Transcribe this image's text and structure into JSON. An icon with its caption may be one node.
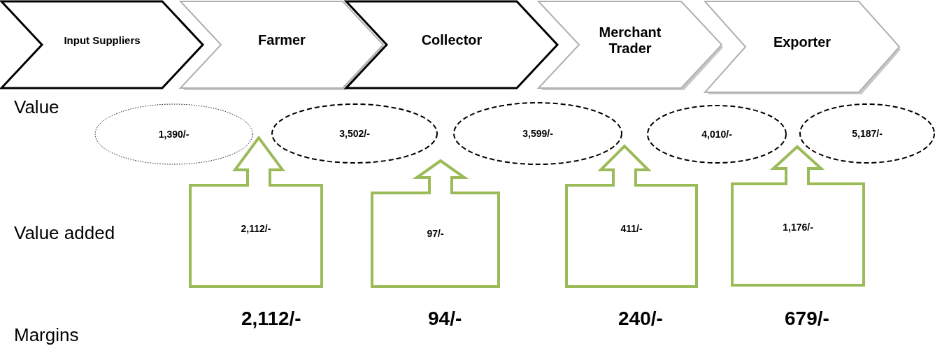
{
  "diagram": {
    "nodes": [
      {
        "text": [
          "Input Suppliers"
        ]
      },
      {
        "text": [
          "Farmer"
        ]
      },
      {
        "text": [
          "Collector"
        ]
      },
      {
        "text": [
          "Merchant Trader"
        ]
      },
      {
        "text": [
          "Exporter"
        ]
      },
      {
        "text": [
          "1,390/-"
        ]
      },
      {
        "text": [
          "3,502/-"
        ]
      },
      {
        "text": [
          "3,599/-"
        ]
      },
      {
        "text": [
          "4,010/-"
        ]
      },
      {
        "text": [
          "5,187/-"
        ]
      },
      {
        "text": [
          "2,112/-"
        ]
      },
      {
        "text": [
          "97/-"
        ]
      },
      {
        "text": [
          "411/-"
        ]
      },
      {
        "text": [
          "1,176/-"
        ]
      }
    ],
    "labels": [
      "Value",
      "Value added",
      "2,112/-",
      "94/-",
      "240/-",
      "679/-",
      "Margins"
    ]
  }
}
